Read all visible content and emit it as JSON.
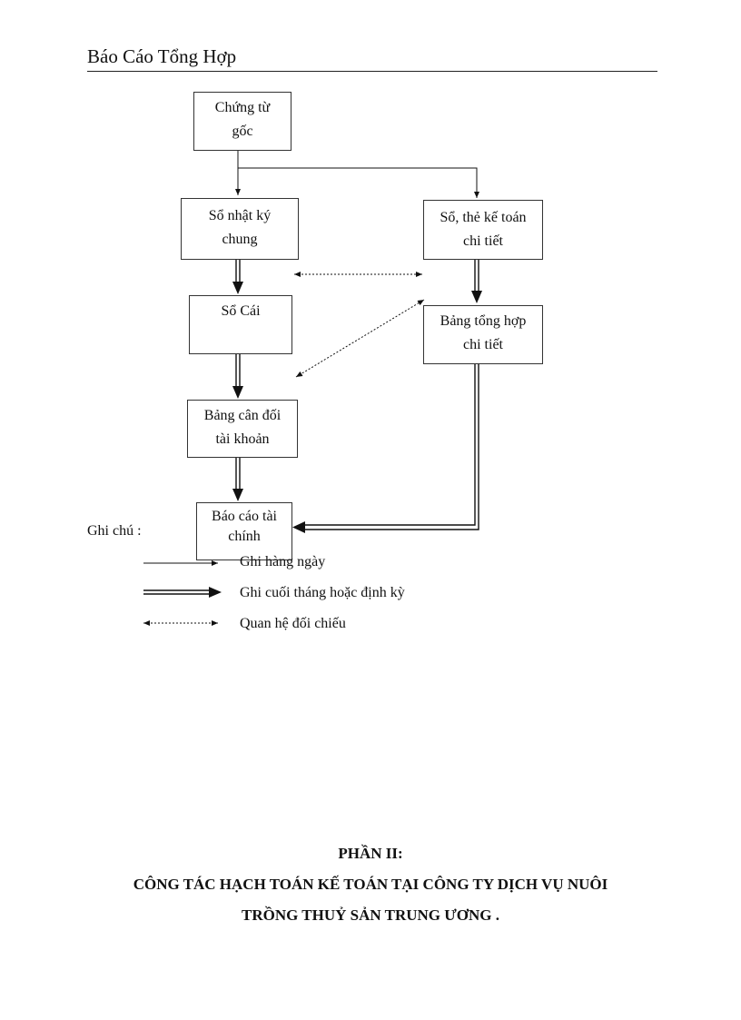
{
  "header": {
    "title": "Báo Cáo Tổng Hợp"
  },
  "flowchart": {
    "nodes": {
      "chung_tu_goc": {
        "line1": "Chứng từ",
        "line2": "gốc"
      },
      "so_nhat_ky_chung": {
        "line1": "Sổ nhật ký",
        "line2": "chung"
      },
      "so_the_chi_tiet": {
        "line1": "Sổ, thẻ kế toán",
        "line2": "chi tiết"
      },
      "so_cai": {
        "line1": "Sổ Cái",
        "line2": ""
      },
      "bang_tong_hop_chi_tiet": {
        "line1": "Bảng tổng hợp",
        "line2": "chi tiết"
      },
      "bang_can_doi_tai_khoan": {
        "line1": "Bảng cân đối",
        "line2": "tài khoản"
      },
      "bao_cao_tai_chinh": {
        "line1": "Báo cáo tài",
        "line2": "chính"
      }
    }
  },
  "legend": {
    "title": "Ghi chú :",
    "items": [
      {
        "label": "Ghi hàng ngày",
        "style": "single-arrow"
      },
      {
        "label": "Ghi cuối tháng hoặc định kỳ",
        "style": "double-arrow"
      },
      {
        "label": "Quan hệ đối chiếu",
        "style": "dotted-bidirectional"
      }
    ]
  },
  "section": {
    "part": "PHẦN II:",
    "title_line1": "CÔNG TÁC HẠCH TOÁN KẾ TOÁN TẠI CÔNG TY DỊCH VỤ NUÔI",
    "title_line2": "TRỒNG THUỶ SẢN TRUNG ƯƠNG ."
  }
}
